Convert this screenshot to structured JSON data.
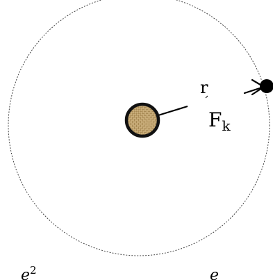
{
  "labels": {
    "radius": "r",
    "force_main": "F",
    "force_sub": "k"
  },
  "bottom_formula": {
    "left_numerator": "e",
    "left_exponent": "2",
    "right_numerator": "e"
  },
  "colors": {
    "orbit": "#444444",
    "nucleus_fill": "#c8ac79",
    "nucleus_pattern": "#a88a55",
    "nucleus_stroke": "#111111",
    "electron": "#000000",
    "ink": "#000000"
  }
}
